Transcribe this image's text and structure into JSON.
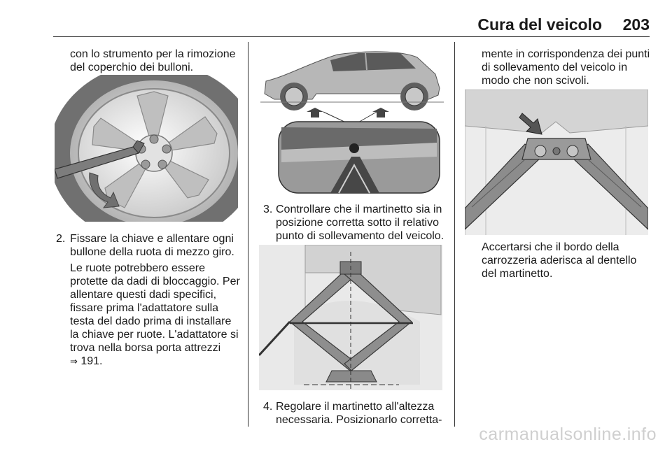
{
  "header": {
    "title": "Cura del veicolo",
    "page": "203"
  },
  "col1": {
    "intro_line1": "con lo strumento per la rimozione",
    "intro_line2": "del coperchio dei bulloni.",
    "step2_num": "2.",
    "step2_lines": [
      "Fissare la chiave e allentare ogni",
      "bullone della ruota di mezzo giro."
    ],
    "note_lines": [
      "Le ruote potrebbero essere",
      "protette da dadi di bloccaggio. Per",
      "allentare questi dadi specifici,",
      "fissare prima l'adattatore sulla",
      "testa del dado prima di installare",
      "la chiave per ruote. L'adattatore si",
      "trova nella borsa porta attrezzi"
    ],
    "ref_icon": "arrow-ref-icon",
    "ref_glyph": "⇒",
    "ref_page": "191."
  },
  "col2": {
    "step3_num": "3.",
    "step3_lines": [
      "Controllare che il martinetto sia in",
      "posizione corretta sotto il relativo",
      "punto di sollevamento del veicolo."
    ],
    "step4_num": "4.",
    "step4_lines": [
      "Regolare il martinetto all'altezza",
      "necessaria. Posizionarlo corretta-"
    ]
  },
  "col3": {
    "cont_lines": [
      "mente in corrispondenza dei punti",
      "di sollevamento del veicolo in",
      "modo che non scivoli."
    ],
    "note_lines": [
      "Accertarsi che il bordo della",
      "carrozzeria aderisca al dentello",
      "del martinetto."
    ]
  },
  "watermark": "carmanualsonline.info"
}
